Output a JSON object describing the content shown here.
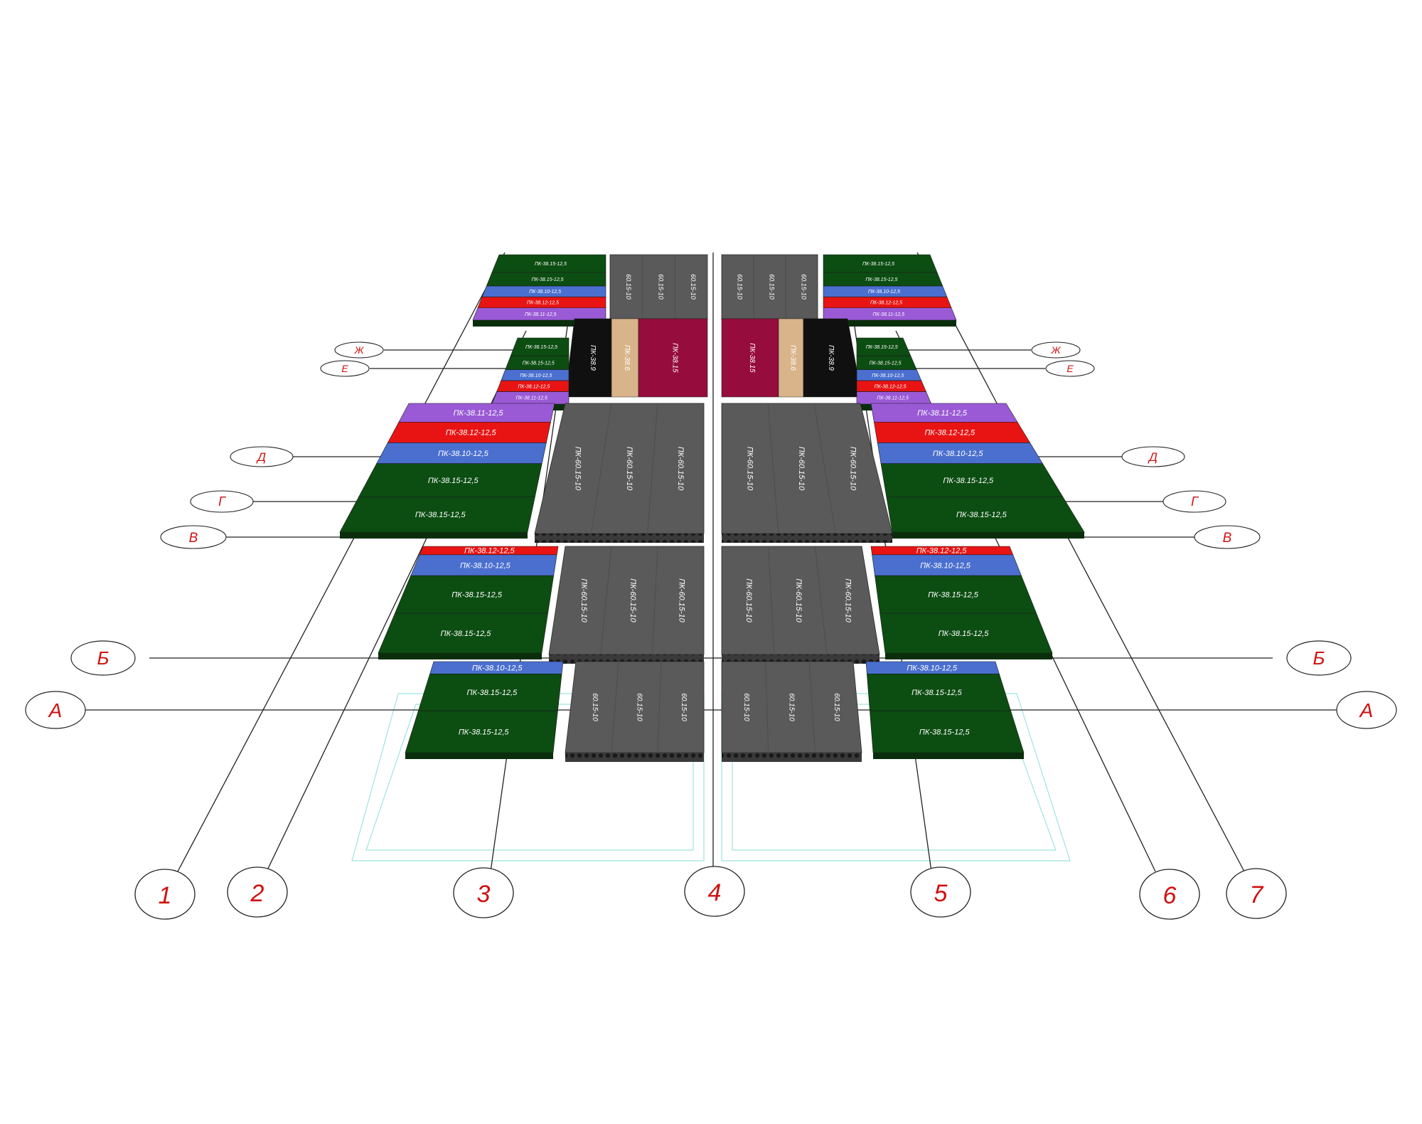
{
  "colors": {
    "green": "#0c4d12",
    "blue": "#4a6fcf",
    "red": "#e81414",
    "purple": "#9a5ad6",
    "gray": "#5a5a5a",
    "black": "#101010",
    "tan": "#d9b48a",
    "maroon": "#960c3c",
    "bubble_text": "#d01010",
    "axis_line": "#222222",
    "foundation": "#9fe3e0"
  },
  "column_axes": [
    "1",
    "2",
    "3",
    "4",
    "5",
    "6",
    "7"
  ],
  "row_axes": [
    "Ж",
    "Е",
    "Д",
    "Г",
    "В",
    "Б",
    "А"
  ],
  "slab_labels": {
    "g15": "ПК-38.15-12,5",
    "g10": "ПК-38.10-12,5",
    "g12": "ПК-38.12-12,5",
    "g11": "ПК-38.11-12,5",
    "gray_full": "ПК-60.15-10",
    "gray_short": "60.15-10",
    "black_label": "ПК-38.9",
    "tan_label": "ПК-38.6",
    "maroon_label": "ПК-38.15"
  }
}
